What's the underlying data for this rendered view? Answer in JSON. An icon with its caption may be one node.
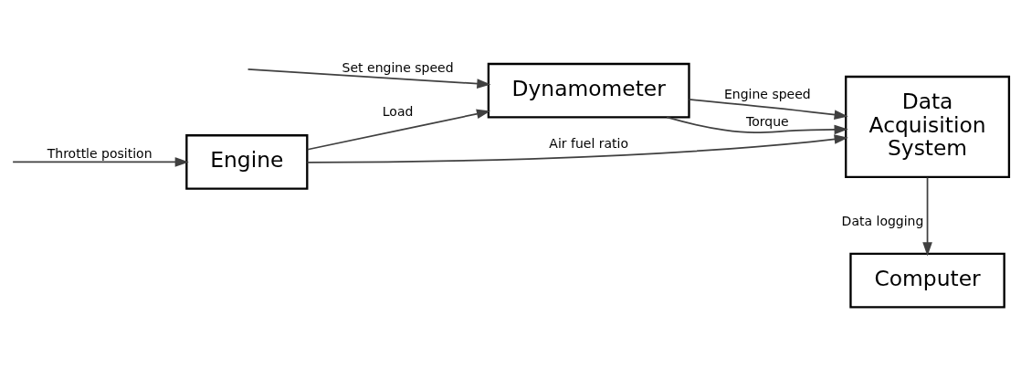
{
  "diagram": {
    "nodes": [
      {
        "text": [
          "Engine"
        ]
      },
      {
        "text": [
          "Dynamometer"
        ]
      },
      {
        "text": [
          "Data Acquisition System"
        ]
      },
      {
        "text": [
          "Computer"
        ]
      }
    ],
    "edges": [
      {
        "from": null,
        "to": 0,
        "arrow": "to",
        "label": "Throttle position"
      },
      {
        "from": 0,
        "to": 1,
        "arrow": "to",
        "label": "Load"
      },
      {
        "from": null,
        "to": 1,
        "arrow": "to",
        "label": "Set engine speed"
      },
      {
        "from": 1,
        "to": 2,
        "arrow": "to",
        "label": "Engine speed"
      },
      {
        "from": 1,
        "to": 2,
        "arrow": "to",
        "label": "Torque"
      },
      {
        "from": 0,
        "to": 2,
        "arrow": "to",
        "label": "Air fuel ratio"
      },
      {
        "from": 2,
        "to": 3,
        "arrow": "to",
        "label": "Data logging"
      }
    ]
  }
}
